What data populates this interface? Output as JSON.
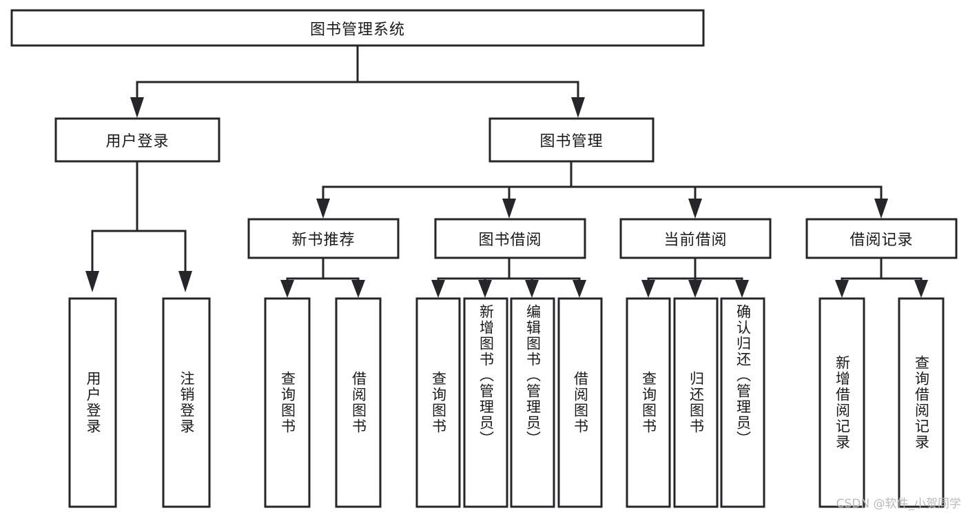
{
  "diagram": {
    "title": "图书管理系统",
    "type": "tree-hierarchy",
    "watermark": "CSDN @软件_小贺同学",
    "root": {
      "id": "root",
      "label": "图书管理系统",
      "orientation": "horizontal"
    },
    "level2": [
      {
        "id": "user-login",
        "label": "用户登录",
        "orientation": "horizontal"
      },
      {
        "id": "book-management",
        "label": "图书管理",
        "orientation": "horizontal"
      }
    ],
    "level3": [
      {
        "id": "new-book-recommend",
        "label": "新书推荐",
        "orientation": "horizontal",
        "parent": "book-management"
      },
      {
        "id": "book-borrow",
        "label": "图书借阅",
        "orientation": "horizontal",
        "parent": "book-management"
      },
      {
        "id": "current-borrow",
        "label": "当前借阅",
        "orientation": "horizontal",
        "parent": "book-management"
      },
      {
        "id": "borrow-record",
        "label": "借阅记录",
        "orientation": "horizontal",
        "parent": "book-management"
      }
    ],
    "leaves": {
      "user_login_group": [
        {
          "id": "leaf-user-login",
          "label": "用户登录"
        },
        {
          "id": "leaf-logout",
          "label": "注销登录"
        }
      ],
      "new_book_recommend_group": [
        {
          "id": "leaf-query-book-1",
          "label": "查询图书"
        },
        {
          "id": "leaf-borrow-book-1",
          "label": "借阅图书"
        }
      ],
      "book_borrow_group": [
        {
          "id": "leaf-query-book-2",
          "label": "查询图书"
        },
        {
          "id": "leaf-add-book",
          "label": "新增图书（管理员）"
        },
        {
          "id": "leaf-edit-book",
          "label": "编辑图书（管理员）"
        },
        {
          "id": "leaf-borrow-book-2",
          "label": "借阅图书"
        }
      ],
      "current_borrow_group": [
        {
          "id": "leaf-query-book-3",
          "label": "查询图书"
        },
        {
          "id": "leaf-return-book",
          "label": "归还图书"
        },
        {
          "id": "leaf-confirm-return",
          "label": "确认归还（管理员）"
        }
      ],
      "borrow_record_group": [
        {
          "id": "leaf-add-record",
          "label": "新增借阅记录"
        },
        {
          "id": "leaf-query-record",
          "label": "查询借阅记录"
        }
      ]
    },
    "colors": {
      "background": "#ffffff",
      "box_fill": "#ffffff",
      "box_stroke": "#26262a",
      "line": "#26262a",
      "text": "#1a1a1a",
      "watermark": "#b9b9b9"
    }
  }
}
